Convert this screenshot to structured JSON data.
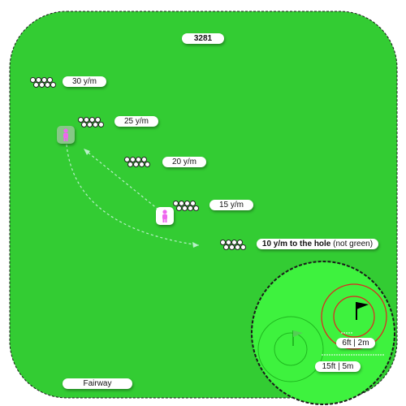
{
  "hole_id": "3281",
  "fairway_label": "Fairway",
  "distance_markers": [
    {
      "label": "30 y/m"
    },
    {
      "label": "25 y/m"
    },
    {
      "label": "20 y/m"
    },
    {
      "label": "15 y/m"
    },
    {
      "label_bold": "10 y/m to the hole",
      "label_suffix": " (not green)"
    }
  ],
  "green_inset": {
    "measure_small": "6ft | 2m",
    "measure_large": "15ft | 5m"
  },
  "icons": {
    "player": "person-icon",
    "flag": "flag-icon",
    "ball_cluster": "golf-balls-icon"
  },
  "colors": {
    "fairway": "#33cc33",
    "green": "#3ef23e",
    "player_pink": "#ee66ee",
    "ring_red": "#e32020",
    "flag_black": "#000000",
    "flag_green": "#55cc55"
  }
}
